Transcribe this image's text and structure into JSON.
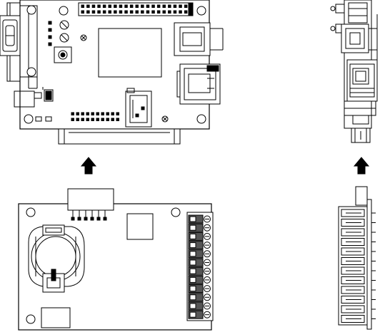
{
  "figure": {
    "views": [
      {
        "name": "main-board-top-view"
      },
      {
        "name": "main-board-side-view"
      },
      {
        "name": "expansion-board-top-view"
      },
      {
        "name": "expansion-board-side-view"
      }
    ],
    "arrows": [
      "mount-arrow-left",
      "mount-arrow-right"
    ],
    "colors": {
      "line": "#000000",
      "fill": "#ffffff",
      "shade": "#e6e6e6",
      "arrow": "#000000"
    }
  }
}
